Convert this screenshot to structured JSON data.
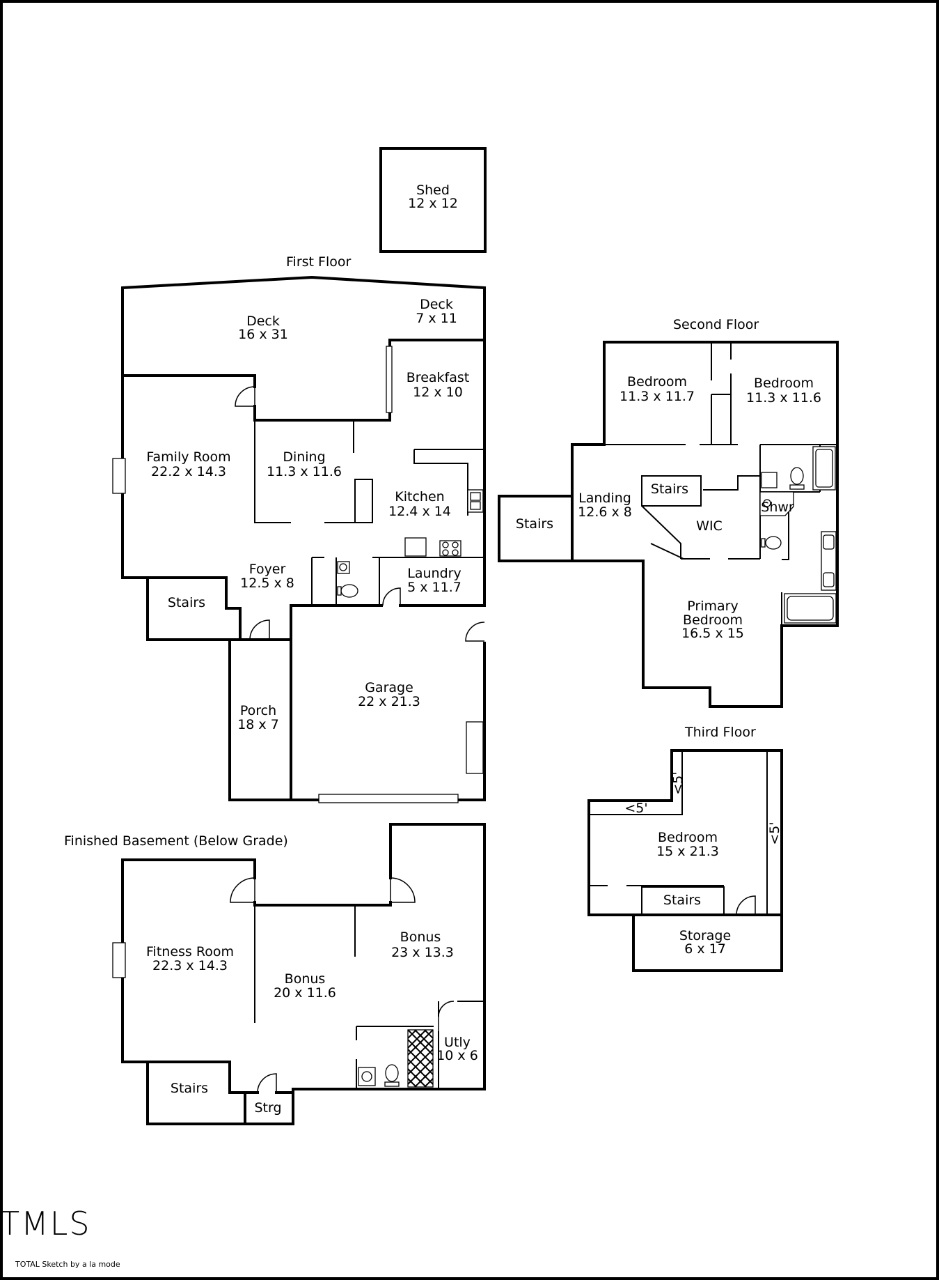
{
  "floors": {
    "first": "First Floor",
    "second": "Second Floor",
    "third": "Third Floor",
    "basement": "Finished Basement (Below Grade)"
  },
  "rooms": {
    "shed": {
      "name": "Shed",
      "size": "12 x 12"
    },
    "deck_main": {
      "name": "Deck",
      "size": "16 x 31"
    },
    "deck_small": {
      "name": "Deck",
      "size": "7 x 11"
    },
    "breakfast": {
      "name": "Breakfast",
      "size": "12 x 10"
    },
    "family_room": {
      "name": "Family Room",
      "size": "22.2 x 14.3"
    },
    "dining": {
      "name": "Dining",
      "size": "11.3 x 11.6"
    },
    "kitchen": {
      "name": "Kitchen",
      "size": "12.4 x 14"
    },
    "foyer": {
      "name": "Foyer",
      "size": "12.5 x 8"
    },
    "laundry": {
      "name": "Laundry",
      "size": "5 x 11.7"
    },
    "stairs_first": {
      "name": "Stairs"
    },
    "garage": {
      "name": "Garage",
      "size": "22 x 21.3"
    },
    "porch": {
      "name": "Porch",
      "size": "18 x 7"
    },
    "bedroom_2a": {
      "name": "Bedroom",
      "size": "11.3 x 11.7"
    },
    "bedroom_2b": {
      "name": "Bedroom",
      "size": "11.3 x 11.6"
    },
    "stairs_second_left": {
      "name": "Stairs"
    },
    "landing": {
      "name": "Landing",
      "size": "12.6 x 8"
    },
    "stairs_second": {
      "name": "Stairs"
    },
    "wic": {
      "name": "WIC"
    },
    "shwr": {
      "name": "Shwr"
    },
    "primary_bedroom": {
      "name": "Primary Bedroom",
      "line1": "Primary",
      "line2": "Bedroom",
      "size": "16.5 x 15"
    },
    "bedroom_3": {
      "name": "Bedroom",
      "size": "15 x 21.3"
    },
    "stairs_third": {
      "name": "Stairs"
    },
    "storage_3": {
      "name": "Storage",
      "size": "6 x 17"
    },
    "fitness_room": {
      "name": "Fitness Room",
      "size": "22.3 x 14.3"
    },
    "bonus_a": {
      "name": "Bonus",
      "size": "20 x 11.6"
    },
    "bonus_b": {
      "name": "Bonus",
      "size": "23 x 13.3"
    },
    "utly": {
      "name": "Utly",
      "size": "10 x 6"
    },
    "stairs_basement": {
      "name": "Stairs"
    },
    "strg": {
      "name": "Strg"
    }
  },
  "height_notes": {
    "note_a": "<5'",
    "note_b": "<5'",
    "note_c": "<5'"
  },
  "branding": {
    "logo": "TMLS",
    "credit": "TOTAL Sketch by a la mode"
  }
}
